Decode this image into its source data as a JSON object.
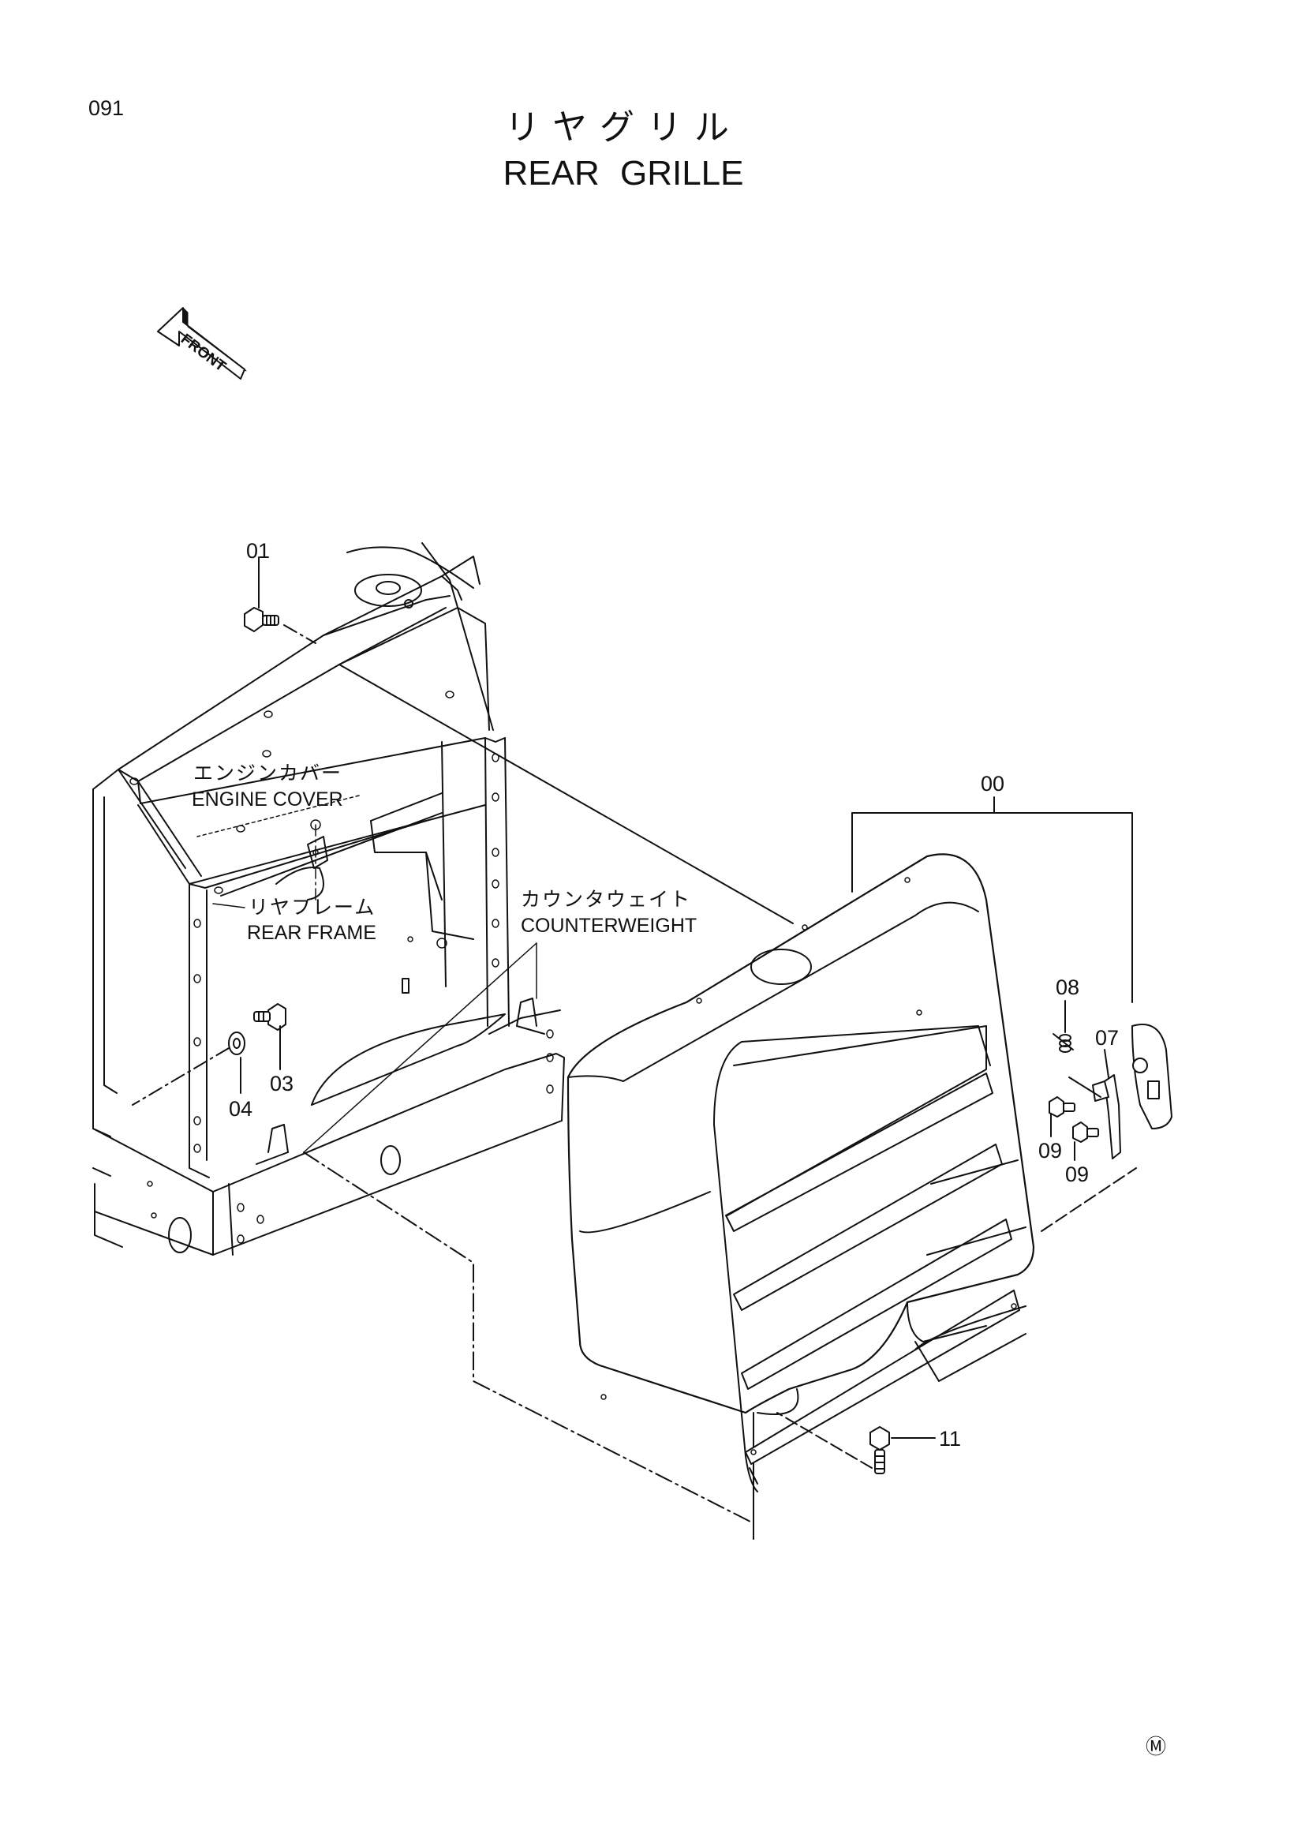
{
  "page": {
    "number": "091",
    "title_jp": "リヤグリル",
    "title_en": "REAR  GRILLE"
  },
  "direction_arrow": {
    "label": "FRONT",
    "icon": "front-direction-arrow-icon"
  },
  "labels": {
    "engine_cover_jp": "エンジンカバー",
    "engine_cover_en": "ENGINE  COVER",
    "rear_frame_jp": "リヤフレーム",
    "rear_frame_en": "REAR  FRAME",
    "counterweight_jp": "カウンタウェイト",
    "counterweight_en": "COUNTERWEIGHT"
  },
  "callouts": {
    "c00": "00",
    "c01": "01",
    "c03": "03",
    "c04": "04",
    "c07": "07",
    "c08": "08",
    "c09a": "09",
    "c09b": "09",
    "c11": "11"
  },
  "footer_mark": "Ⓜ"
}
